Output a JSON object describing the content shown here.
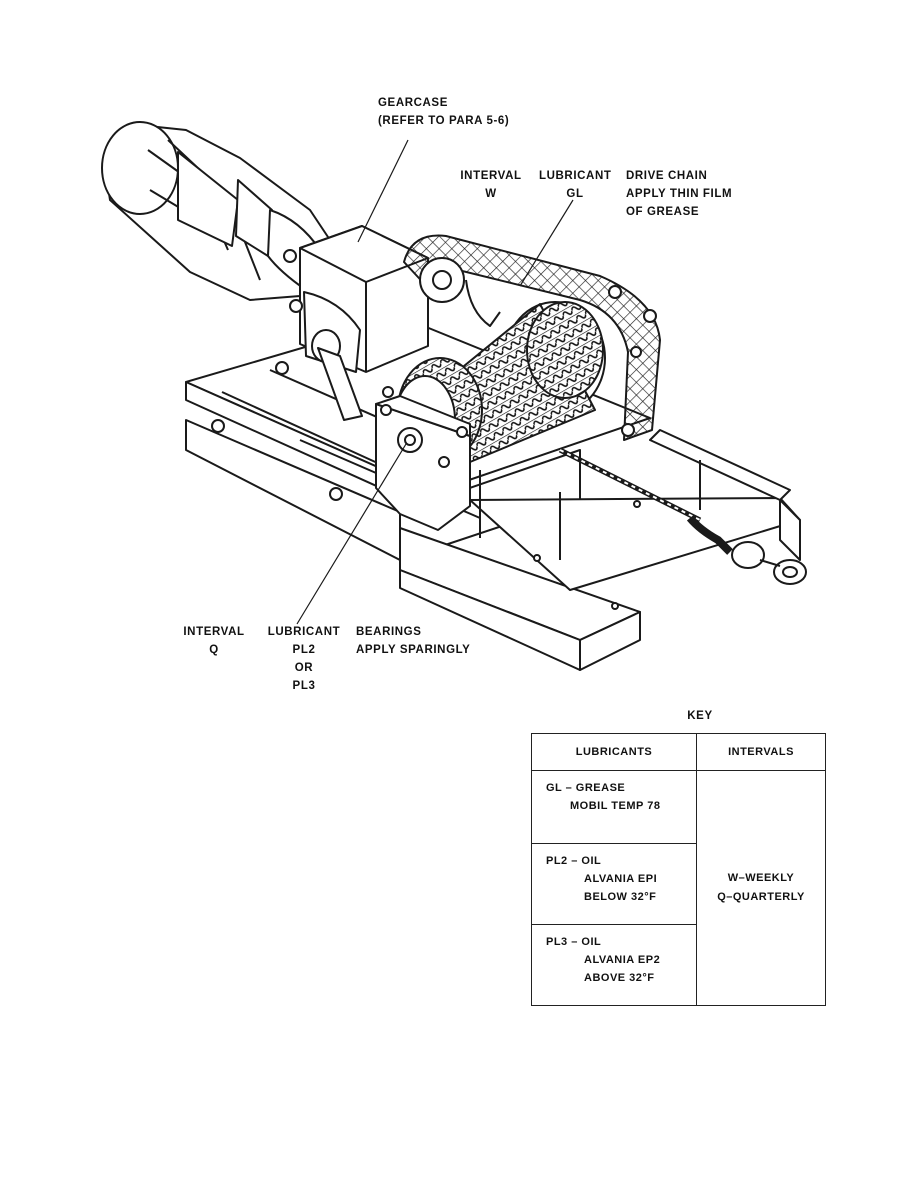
{
  "callouts": {
    "gearcase": [
      "GEARCASE",
      "(REFER TO PARA 5-6)"
    ],
    "drive_chain": {
      "interval_header": "INTERVAL",
      "interval_value": "W",
      "lubricant_header": "LUBRICANT",
      "lubricant_value": "GL",
      "note": [
        "DRIVE CHAIN",
        "APPLY THIN FILM",
        "OF GREASE"
      ]
    },
    "bearings": {
      "interval_header": "INTERVAL",
      "interval_value": "Q",
      "lubricant_header": "LUBRICANT",
      "lubricant_values": [
        "PL2",
        "OR",
        "PL3"
      ],
      "note": [
        "BEARINGS",
        "APPLY SPARINGLY"
      ]
    }
  },
  "key": {
    "title": "KEY",
    "headers": [
      "LUBRICANTS",
      "INTERVALS"
    ],
    "lubricants": [
      [
        "GL – GREASE",
        "MOBIL TEMP 78"
      ],
      [
        "PL2 – OIL",
        "ALVANIA EPI",
        "BELOW 32°F"
      ],
      [
        "PL3 – OIL",
        "ALVANIA EP2",
        "ABOVE 32°F"
      ]
    ],
    "intervals": [
      "W–WEEKLY",
      "Q–QUARTERLY"
    ]
  }
}
